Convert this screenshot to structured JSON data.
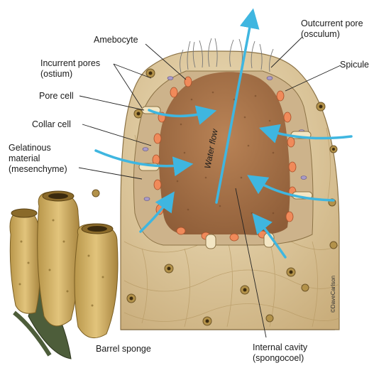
{
  "labels": {
    "amebocyte": "Amebocyte",
    "outcurrent_1": "Outcurrent pore",
    "outcurrent_2": "(osculum)",
    "incurrent_1": "Incurrent pores",
    "incurrent_2": "(ostium)",
    "spicule": "Spicule",
    "pore_cell": "Pore cell",
    "collar_cell": "Collar cell",
    "gelatinous_1": "Gelatinous",
    "gelatinous_2": "material",
    "gelatinous_3": "(mesenchyme)",
    "water_flow": "Water flow",
    "barrel_sponge": "Barrel sponge",
    "internal_1": "Internal cavity",
    "internal_2": "(spongocoel)",
    "credit": "©DaveCarlson"
  },
  "colors": {
    "flow_arrow": "#3fb6e0",
    "sponge_body": "#d9c49a",
    "cavity": "#a7744a",
    "collar_cell": "#f08a5a"
  }
}
